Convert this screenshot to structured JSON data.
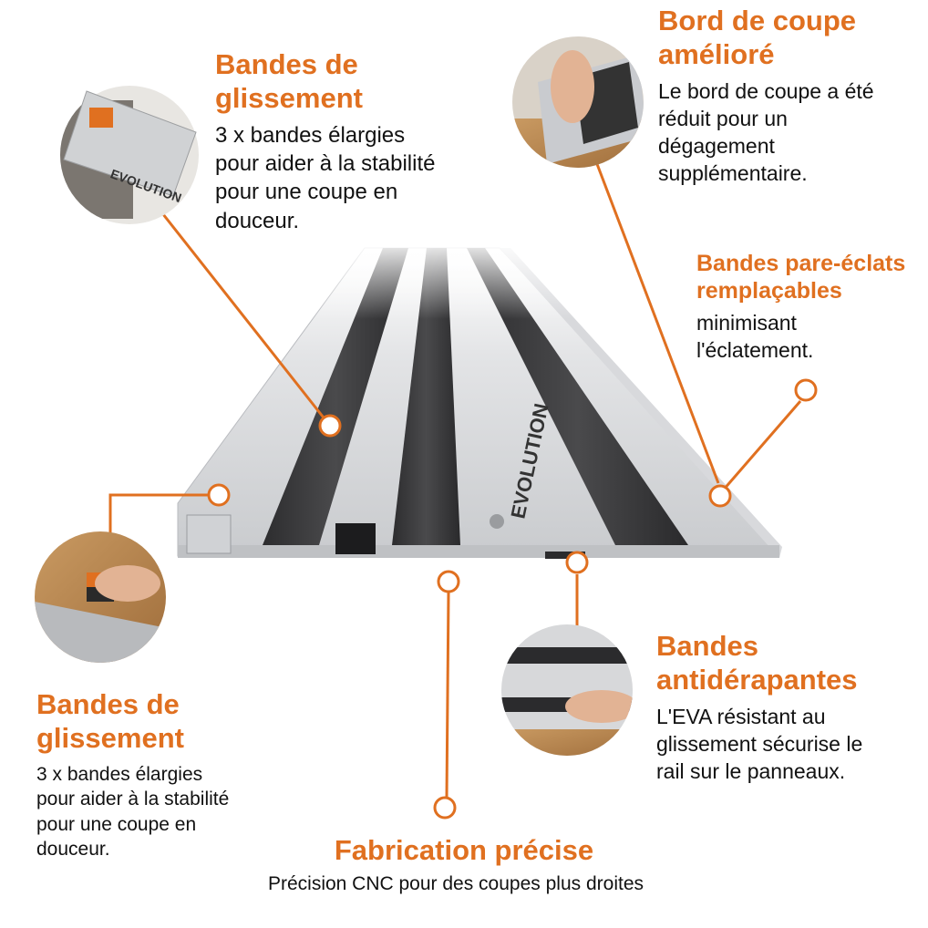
{
  "accent_color": "#e07020",
  "callouts": {
    "top_left": {
      "title": [
        "Bandes de",
        "glissement"
      ],
      "body": [
        "3 x bandes élargies",
        "pour aider à la stabilité",
        "pour une coupe en",
        "douceur."
      ]
    },
    "top_right": {
      "title": [
        "Bord de coupe",
        "amélioré"
      ],
      "body": [
        "Le bord de coupe a été",
        "réduit pour un",
        "dégagement",
        "supplémentaire."
      ]
    },
    "right_middle": {
      "title": [
        "Bandes pare-éclats",
        "remplaçables"
      ],
      "body": [
        "minimisant",
        "l'éclatement."
      ]
    },
    "bottom_left": {
      "title": [
        "Bandes de",
        "glissement"
      ],
      "body": [
        "3 x bandes élargies",
        "pour aider à la stabilité",
        "pour une coupe en",
        "douceur."
      ]
    },
    "bottom_right": {
      "title": [
        "Bandes",
        "antidérapantes"
      ],
      "body": [
        "L'EVA résistant au",
        "glissement sécurise le",
        "rail sur le panneaux."
      ]
    },
    "bottom_center": {
      "title": "Fabrication précise",
      "body": "Précision CNC pour des coupes plus droites"
    }
  },
  "brand": {
    "logo_text": "EVOLUTION"
  }
}
